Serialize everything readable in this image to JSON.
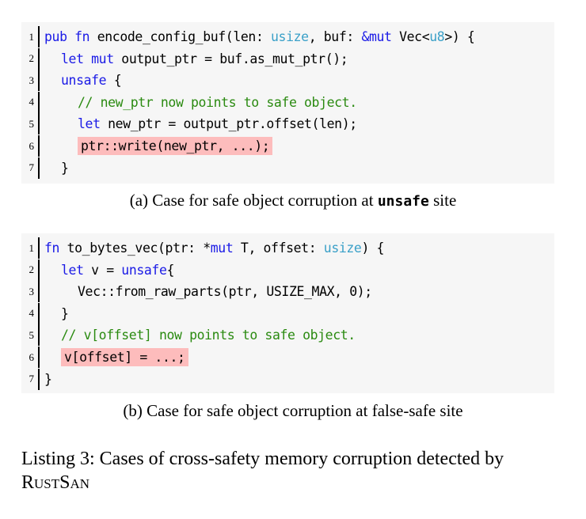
{
  "listings": [
    {
      "lines": [
        {
          "n": "1",
          "indent": 0,
          "hl": false,
          "tokens": [
            [
              "pub fn",
              "kw"
            ],
            [
              " encode_config_buf(len: ",
              ""
            ],
            [
              "usize",
              "ty"
            ],
            [
              ", buf: ",
              ""
            ],
            [
              "&mut",
              "kw"
            ],
            [
              " Vec<",
              ""
            ],
            [
              "u8",
              "ty"
            ],
            [
              ">) {",
              ""
            ]
          ]
        },
        {
          "n": "2",
          "indent": 1,
          "hl": false,
          "tokens": [
            [
              "let mut",
              "kw"
            ],
            [
              " output_ptr = buf.as_mut_ptr();",
              ""
            ]
          ]
        },
        {
          "n": "3",
          "indent": 1,
          "hl": false,
          "tokens": [
            [
              "unsafe",
              "kw"
            ],
            [
              " {",
              ""
            ]
          ]
        },
        {
          "n": "4",
          "indent": 2,
          "hl": false,
          "tokens": [
            [
              "// new_ptr now points to safe object.",
              "cm"
            ]
          ]
        },
        {
          "n": "5",
          "indent": 2,
          "hl": false,
          "tokens": [
            [
              "let",
              "kw"
            ],
            [
              " new_ptr = output_ptr.offset(len);",
              ""
            ]
          ]
        },
        {
          "n": "6",
          "indent": 2,
          "hl": true,
          "tokens": [
            [
              "ptr::write(new_ptr, ...);",
              ""
            ]
          ]
        },
        {
          "n": "7",
          "indent": 1,
          "hl": false,
          "tokens": [
            [
              "}",
              ""
            ]
          ]
        }
      ],
      "caption_pre": "(a) Case for safe object corruption at ",
      "caption_code": "unsafe",
      "caption_post": " site"
    },
    {
      "lines": [
        {
          "n": "1",
          "indent": 0,
          "hl": false,
          "tokens": [
            [
              "fn",
              "kw"
            ],
            [
              " to_bytes_vec(ptr: *",
              ""
            ],
            [
              "mut",
              "kw"
            ],
            [
              " T, offset: ",
              ""
            ],
            [
              "usize",
              "ty"
            ],
            [
              ") {",
              ""
            ]
          ]
        },
        {
          "n": "2",
          "indent": 1,
          "hl": false,
          "tokens": [
            [
              "let",
              "kw"
            ],
            [
              " v = ",
              ""
            ],
            [
              "unsafe",
              "kw"
            ],
            [
              "{",
              ""
            ]
          ]
        },
        {
          "n": "3",
          "indent": 2,
          "hl": false,
          "tokens": [
            [
              "Vec::from_raw_parts(ptr, USIZE_MAX, 0);",
              ""
            ]
          ]
        },
        {
          "n": "4",
          "indent": 1,
          "hl": false,
          "tokens": [
            [
              "}",
              ""
            ]
          ]
        },
        {
          "n": "5",
          "indent": 1,
          "hl": false,
          "tokens": [
            [
              "// v[offset] now points to safe object.",
              "cm"
            ]
          ]
        },
        {
          "n": "6",
          "indent": 1,
          "hl": true,
          "tokens": [
            [
              "v[offset] = ...;",
              ""
            ]
          ]
        },
        {
          "n": "7",
          "indent": 0,
          "hl": false,
          "tokens": [
            [
              "}",
              ""
            ]
          ]
        }
      ],
      "caption_pre": "(b) Case for safe object corruption at false-safe site",
      "caption_code": "",
      "caption_post": ""
    }
  ],
  "listing_caption": {
    "prefix": "Listing 3: Cases of cross-safety memory corruption detected by ",
    "tool": "RustSan"
  }
}
